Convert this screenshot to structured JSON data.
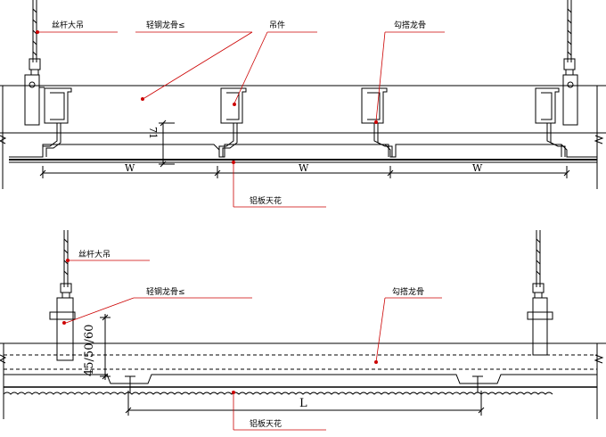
{
  "colors": {
    "line": "#000000",
    "leader": "#cc0000",
    "dot": "#cc0000",
    "background": "#ffffff"
  },
  "top_view": {
    "labels": {
      "hanger_rod": "丝杆大吊",
      "light_steel_keel": "轻钢龙骨≤",
      "hanger_piece": "吊件",
      "hook_keel": "勾搭龙骨",
      "aluminum_ceiling": "铝板天花"
    },
    "dimension_height": "71",
    "dimension_width": "W"
  },
  "bottom_view": {
    "labels": {
      "hanger_rod": "丝杆大吊",
      "light_steel_keel": "轻钢龙骨≤",
      "hook_keel": "勾搭龙骨",
      "aluminum_ceiling": "铝板天花"
    },
    "dimension_height": "45/50/60",
    "dimension_length": "L"
  }
}
